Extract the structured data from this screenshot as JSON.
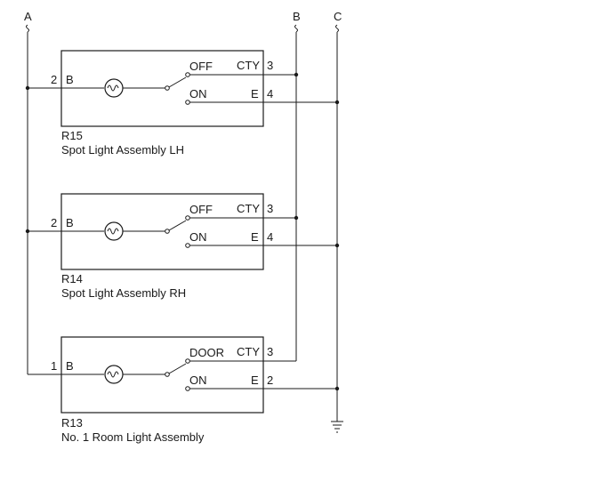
{
  "buses": {
    "a": "A",
    "b": "B",
    "c": "C"
  },
  "assemblies": [
    {
      "code": "R15",
      "name": "Spot Light Assembly LH",
      "left_pin": "2",
      "left_label": "B",
      "switch_upper": "OFF",
      "switch_lower": "ON",
      "right_upper_label": "CTY",
      "right_upper_pin": "3",
      "right_lower_label": "E",
      "right_lower_pin": "4"
    },
    {
      "code": "R14",
      "name": "Spot Light Assembly RH",
      "left_pin": "2",
      "left_label": "B",
      "switch_upper": "OFF",
      "switch_lower": "ON",
      "right_upper_label": "CTY",
      "right_upper_pin": "3",
      "right_lower_label": "E",
      "right_lower_pin": "4"
    },
    {
      "code": "R13",
      "name": "No. 1 Room Light Assembly",
      "left_pin": "1",
      "left_label": "B",
      "switch_upper": "DOOR",
      "switch_lower": "ON",
      "right_upper_label": "CTY",
      "right_upper_pin": "3",
      "right_lower_label": "E",
      "right_lower_pin": "2"
    }
  ]
}
